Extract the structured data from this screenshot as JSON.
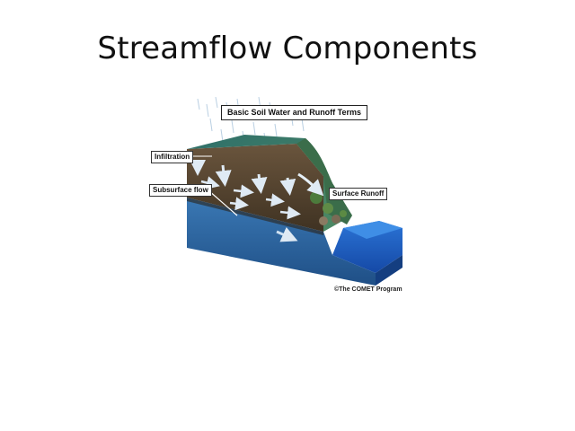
{
  "slide": {
    "title": "Streamflow Components"
  },
  "diagram": {
    "heading": "Basic Soil Water and Runoff Terms",
    "labels": {
      "infiltration": "Infiltration",
      "subsurface_flow": "Subsurface flow",
      "surface_runoff": "Surface Runoff"
    },
    "credit": "©The COMET Program"
  },
  "colors": {
    "surface_green": "#3f7a63",
    "soil_brown": "#5b4634",
    "groundwater_blue": "#2f6aa8",
    "stream_blue": "#1f5fc0",
    "arrow": "#d9e7f3"
  }
}
